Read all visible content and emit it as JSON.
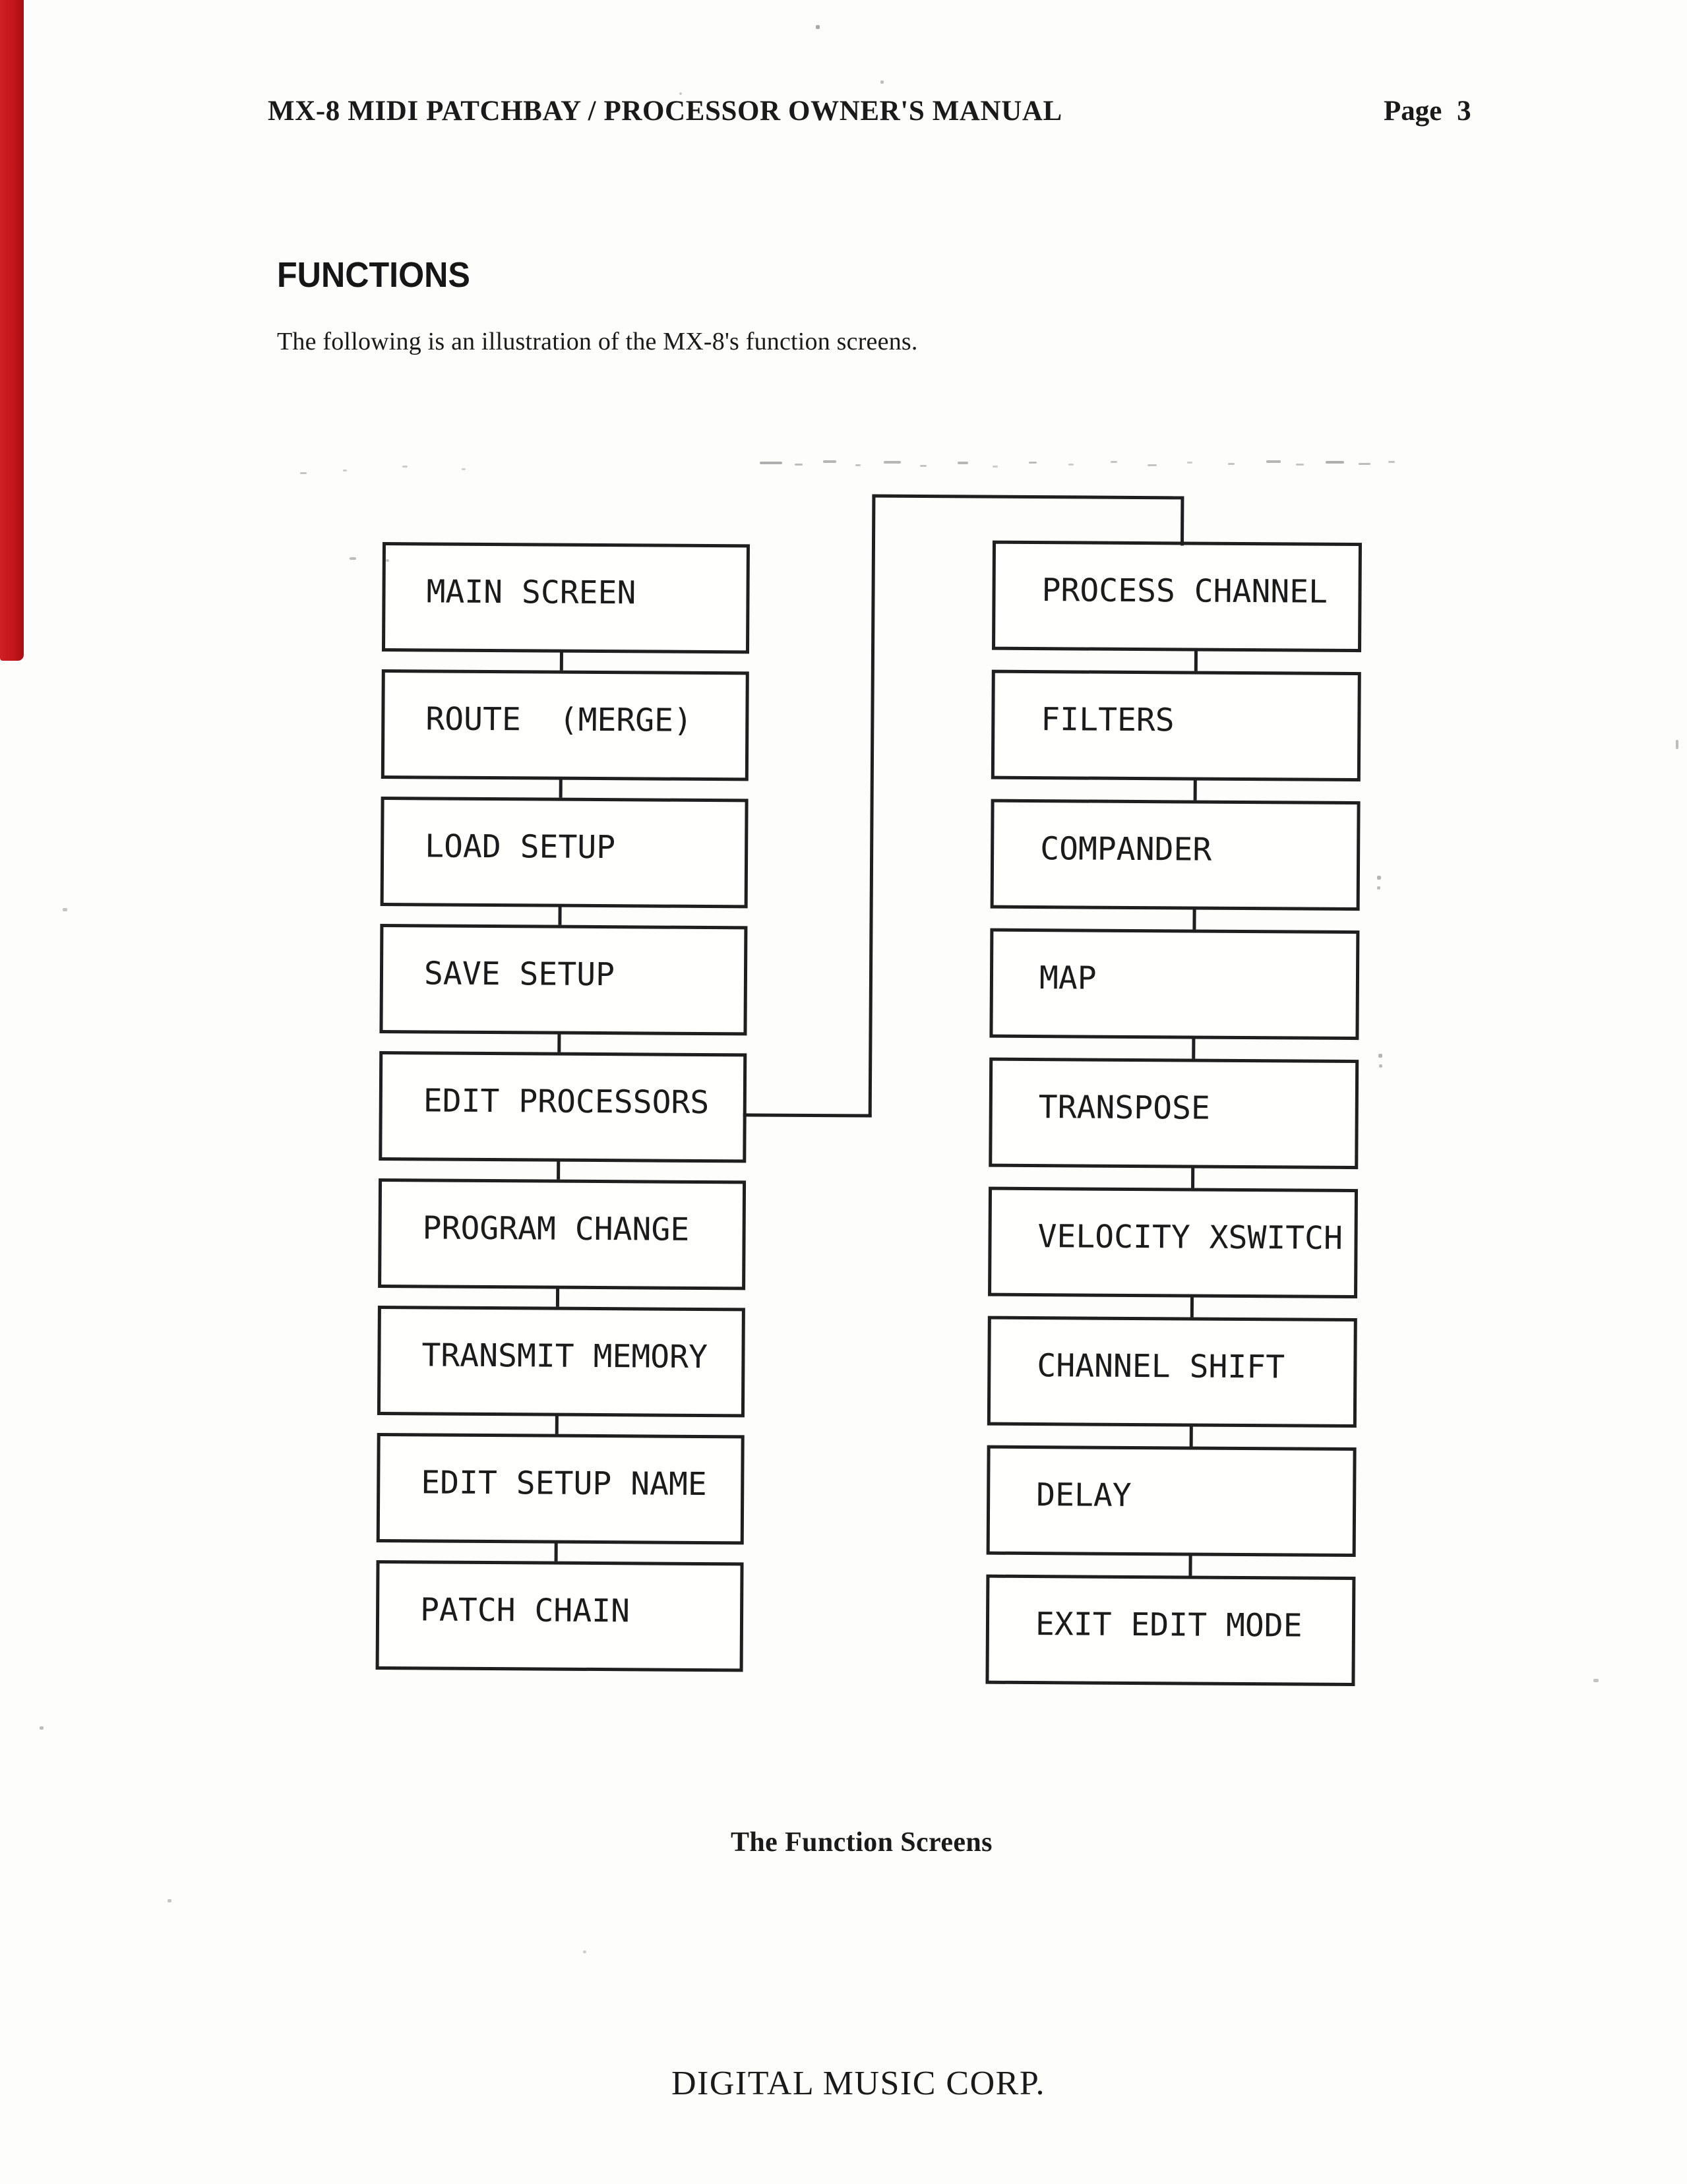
{
  "header": {
    "title": "MX-8 MIDI PATCHBAY / PROCESSOR OWNER'S MANUAL",
    "page_label": "Page 3"
  },
  "section": {
    "heading": "FUNCTIONS",
    "intro": "The following is an illustration of the MX-8's function screens."
  },
  "diagram": {
    "left_column": [
      "MAIN SCREEN",
      "ROUTE  (MERGE)",
      "LOAD SETUP",
      "SAVE SETUP",
      "EDIT PROCESSORS",
      "PROGRAM CHANGE",
      "TRANSMIT MEMORY",
      "EDIT SETUP NAME",
      "PATCH CHAIN"
    ],
    "right_column": [
      "PROCESS CHANNEL",
      "FILTERS",
      "COMPANDER",
      "MAP",
      "TRANSPOSE",
      "VELOCITY XSWITCH",
      "CHANNEL SHIFT",
      "DELAY",
      "EXIT EDIT MODE"
    ]
  },
  "caption": "The Function Screens",
  "footer": "DIGITAL MUSIC CORP.",
  "artifact_colors": {
    "red_stripe": "#c3151a",
    "ink": "#1f1f1f"
  }
}
